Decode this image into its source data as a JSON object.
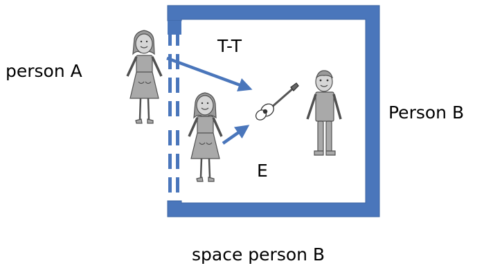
{
  "labels": {
    "person_a": "person A",
    "tt": "T-T",
    "e": "E",
    "person_b": "Person B",
    "space": "space person B"
  },
  "colors": {
    "wall": "#4a76bb",
    "wall_edge": "#3b63a1",
    "arrow": "#4a76bb",
    "figure_fill": "#a9a9a9",
    "figure_stroke": "#505050"
  },
  "icons": [
    "person-a-figure",
    "person-a-entering-figure",
    "person-b-figure",
    "guitar-icon"
  ]
}
